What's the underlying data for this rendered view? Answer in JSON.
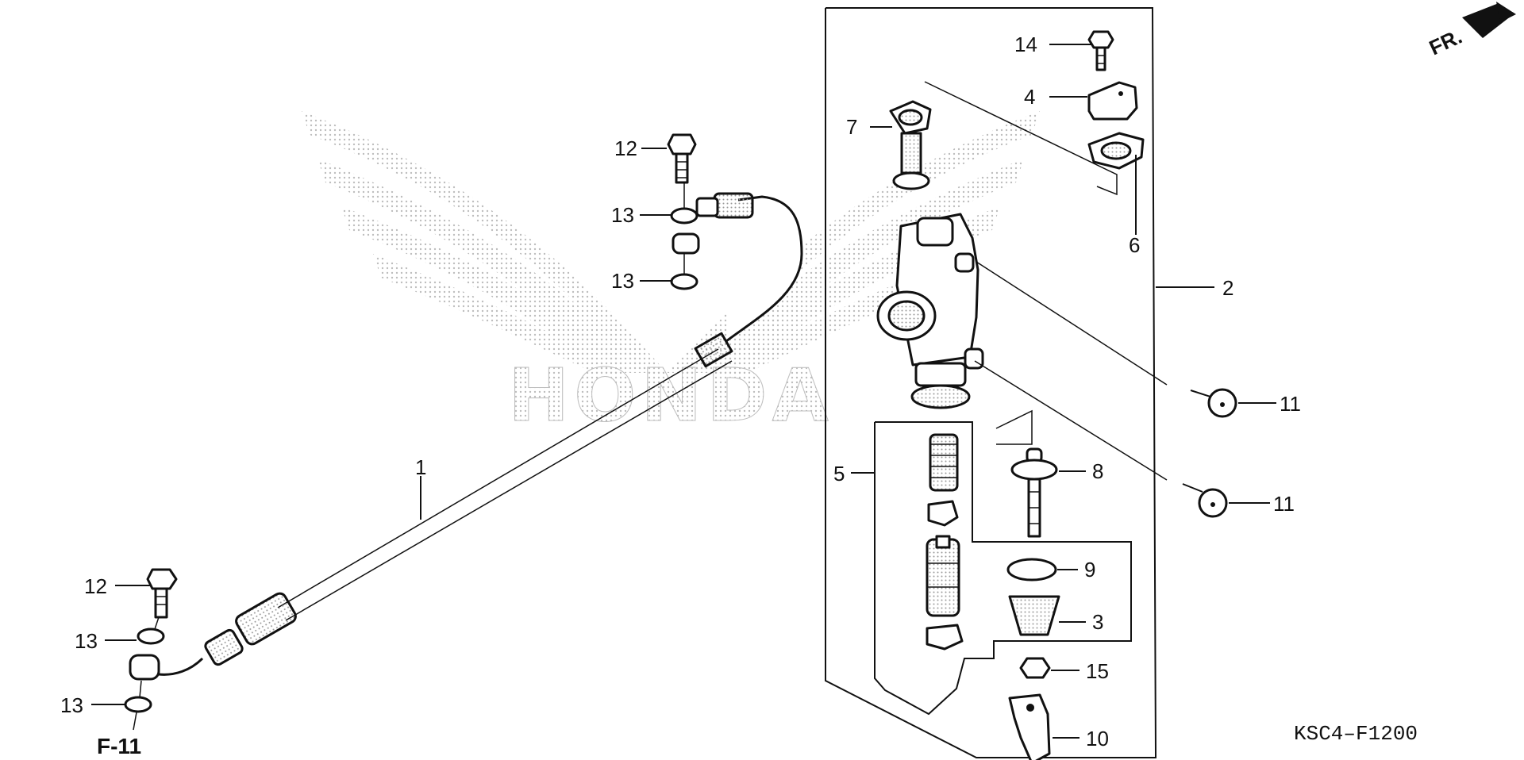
{
  "diagram": {
    "callouts": {
      "p1": "1",
      "p2": "2",
      "p3": "3",
      "p4": "4",
      "p5": "5",
      "p6": "6",
      "p7": "7",
      "p8": "8",
      "p9": "9",
      "p10": "10",
      "p11a": "11",
      "p11b": "11",
      "p12a": "12",
      "p12b": "12",
      "p13a": "13",
      "p13b": "13",
      "p13c": "13",
      "p13d": "13",
      "p14": "14",
      "p15": "15"
    },
    "reference": "F-11",
    "direction_label": "FR.",
    "diagram_code": "KSC4–F1200",
    "watermark_text": "HONDA",
    "colors": {
      "ink": "#111111",
      "watermark": "#bdbdbd",
      "background": "#ffffff"
    }
  }
}
